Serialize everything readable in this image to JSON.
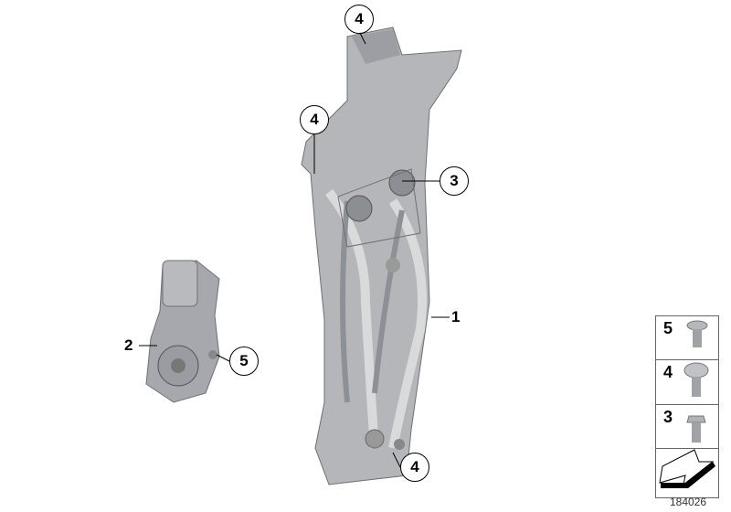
{
  "callouts": [
    {
      "label": "4",
      "part": "screw"
    },
    {
      "label": "4",
      "part": "screw"
    },
    {
      "label": "3",
      "part": "screw"
    },
    {
      "label": "1",
      "part": "window-regulator"
    },
    {
      "label": "2",
      "part": "motor"
    },
    {
      "label": "5",
      "part": "screw"
    },
    {
      "label": "4",
      "part": "screw"
    }
  ],
  "legend": {
    "items": [
      {
        "label": "5",
        "icon": "torx-screw-flat"
      },
      {
        "label": "4",
        "icon": "torx-screw-pan"
      },
      {
        "label": "3",
        "icon": "hex-flange-bolt"
      }
    ],
    "arrow_icon": "direction-arrow"
  },
  "diagram_number": "184026",
  "colors": {
    "part": "#a9abb0",
    "part_dark": "#7f8288",
    "outline": "#000000"
  }
}
